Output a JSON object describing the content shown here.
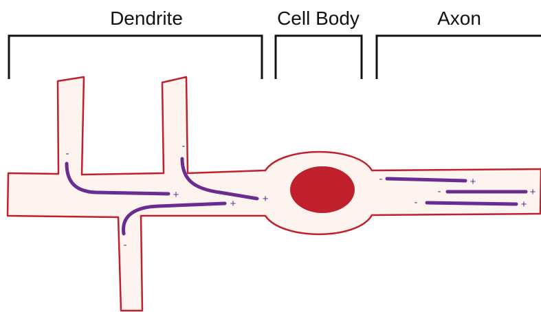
{
  "colors": {
    "membrane": "#c0202c",
    "cell_fill": "#fdf3ef",
    "nucleus": "#c0202c",
    "charge": "#6b2c91",
    "bracket": "#111111",
    "text": "#111111"
  },
  "labels": {
    "dendrite": "Dendrite",
    "cell_body": "Cell Body",
    "axon": "Axon"
  },
  "charges": [
    {
      "id": "d1",
      "region": "dendrite",
      "neg": "-",
      "pos": "+"
    },
    {
      "id": "d2",
      "region": "dendrite",
      "neg": "-",
      "pos": "+"
    },
    {
      "id": "d3",
      "region": "dendrite",
      "neg": "-",
      "pos": "+"
    },
    {
      "id": "a1",
      "region": "axon",
      "neg": "-",
      "pos": "+"
    },
    {
      "id": "a2",
      "region": "axon",
      "neg": "-",
      "pos": "+"
    },
    {
      "id": "a3",
      "region": "axon",
      "neg": "-",
      "pos": "+"
    }
  ]
}
